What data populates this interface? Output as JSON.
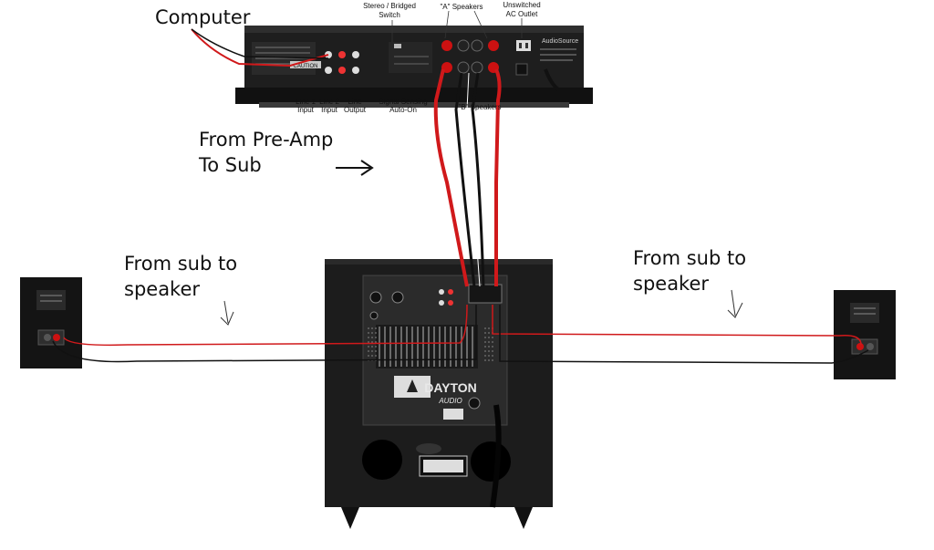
{
  "labels": {
    "computer": "Computer",
    "stereo_bridged": [
      "Stereo / Bridged",
      "Switch"
    ],
    "a_speakers": "\"A\" Speakers",
    "unswitched": [
      "Unswitched",
      "AC Outlet"
    ],
    "line1": [
      "Line 1",
      "Input"
    ],
    "line2": [
      "Line 2",
      "Input"
    ],
    "line_output": [
      "Line",
      "Output"
    ],
    "signal_sensing": [
      "Signal Sensing",
      "Auto-On"
    ],
    "b_speakers": "\"B\" Speakers",
    "preamp": [
      "From Pre-Amp",
      "To Sub"
    ],
    "sub_to_speaker_left": [
      "From sub to",
      "speaker"
    ],
    "sub_to_speaker_right": [
      "From sub to",
      "speaker"
    ],
    "amp_brand": "AudioSource",
    "amp_caution": "CAUTION",
    "sub_brand": "DAYTON",
    "sub_brand_sub": "AUDIO"
  },
  "colors": {
    "red_wire": "#d0191b",
    "black_wire": "#111111",
    "device_body": "#1c1c1c",
    "panel": "#2b2b2b"
  }
}
